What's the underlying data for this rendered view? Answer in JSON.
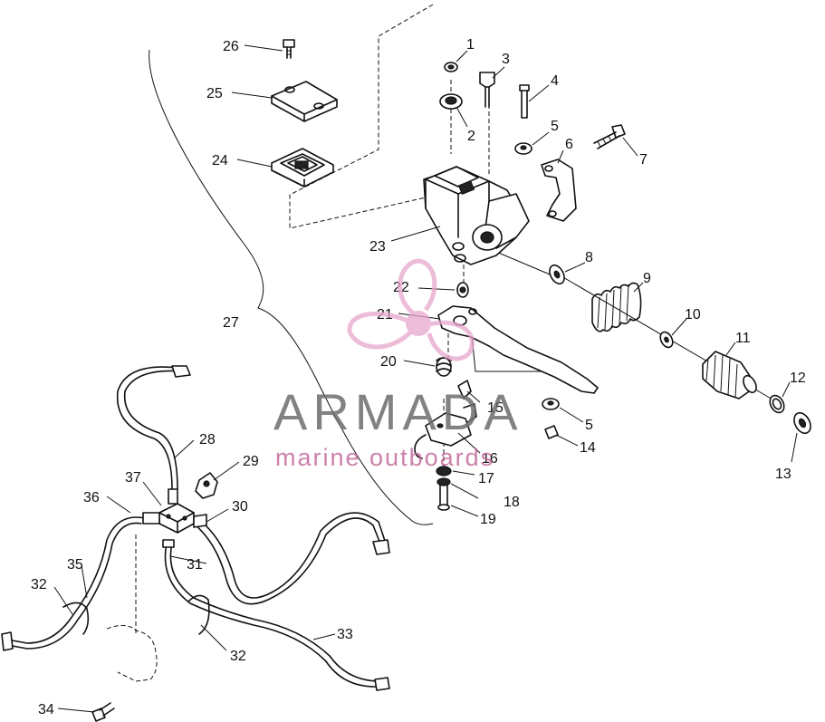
{
  "callouts": [
    "1",
    "2",
    "3",
    "4",
    "5",
    "6",
    "7",
    "8",
    "9",
    "10",
    "11",
    "12",
    "13",
    "14",
    "5",
    "15",
    "16",
    "17",
    "18",
    "19",
    "20",
    "21",
    "22",
    "23",
    "24",
    "25",
    "26",
    "27",
    "28",
    "29",
    "30",
    "31",
    "32",
    "32",
    "33",
    "34",
    "35",
    "36",
    "37"
  ],
  "watermark": {
    "title": "ARMADA",
    "subtitle": "marine outboards",
    "colors": {
      "text": "#6d6d6d",
      "accent": "#c46a9c",
      "logo": "#e8a6cc"
    }
  }
}
